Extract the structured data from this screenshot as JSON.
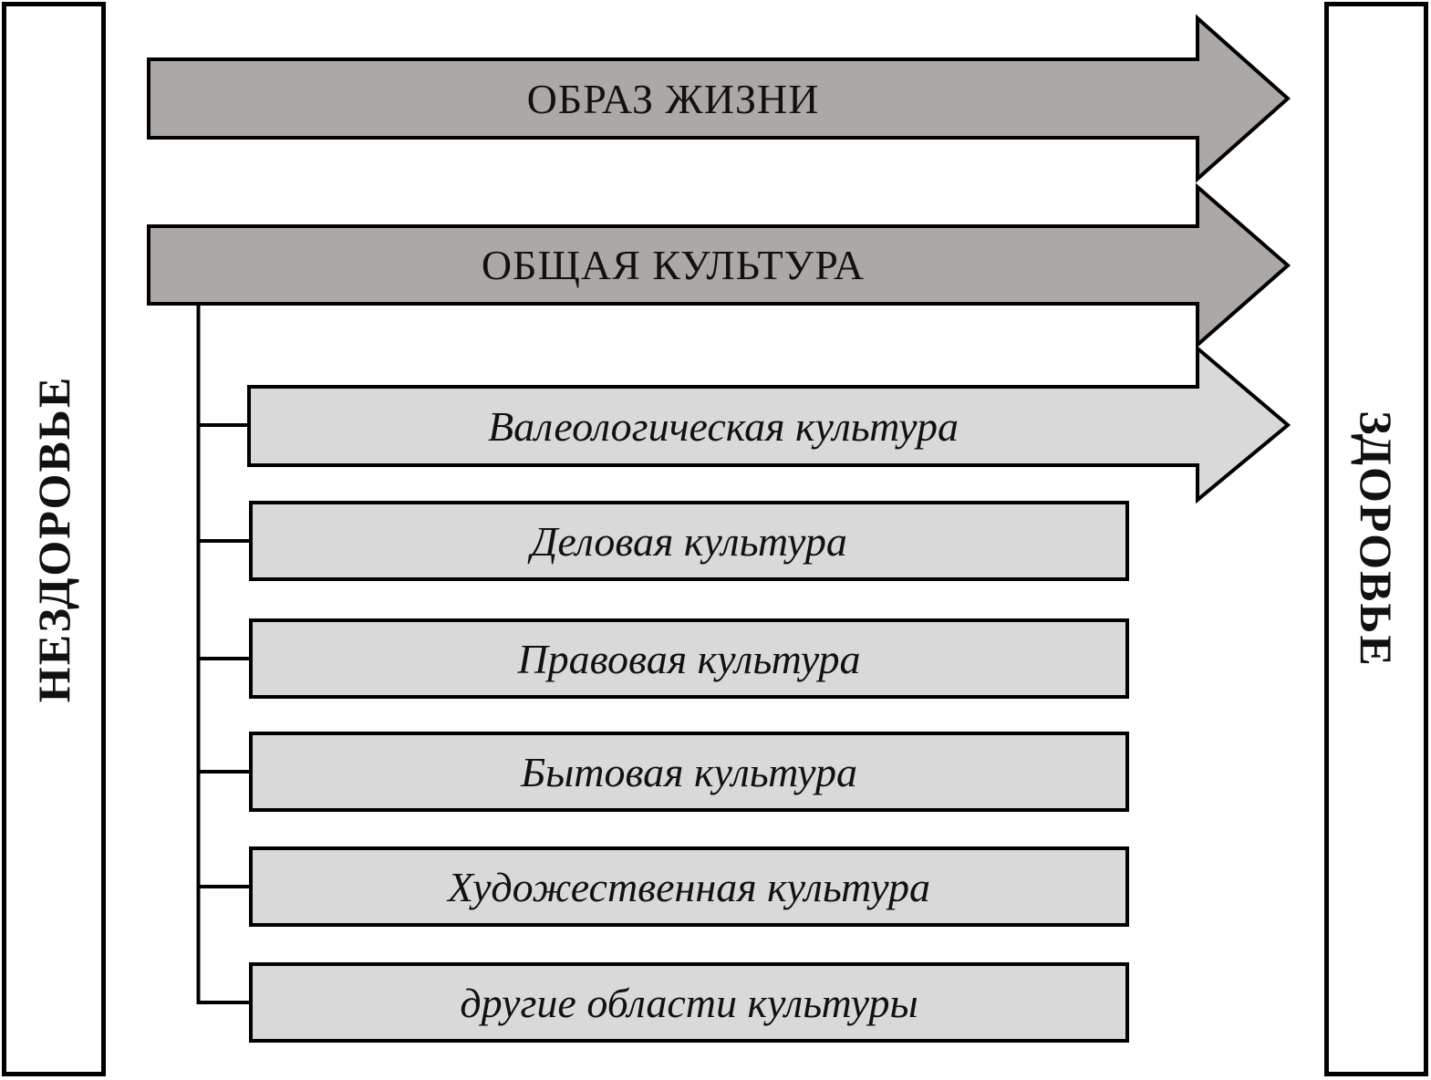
{
  "colors": {
    "background": "#ffffff",
    "arrow_dark_fill": "#aca8a5",
    "box_light_fill": "#d9d9d9",
    "border": "#000000",
    "text": "#111111"
  },
  "left_bar": {
    "label": "НЕЗДОРОВЬЕ"
  },
  "right_bar": {
    "label": "ЗДОРОВЬЕ"
  },
  "arrows": [
    {
      "label": "ОБРАЗ ЖИЗНИ"
    },
    {
      "label": "ОБЩАЯ КУЛЬТУРА"
    },
    {
      "label": "Валеологическая культура"
    }
  ],
  "culture_boxes": [
    {
      "label": "Деловая культура"
    },
    {
      "label": "Правовая культура"
    },
    {
      "label": "Бытовая культура"
    },
    {
      "label": "Художественная культура"
    },
    {
      "label": "другие области культуры"
    }
  ]
}
